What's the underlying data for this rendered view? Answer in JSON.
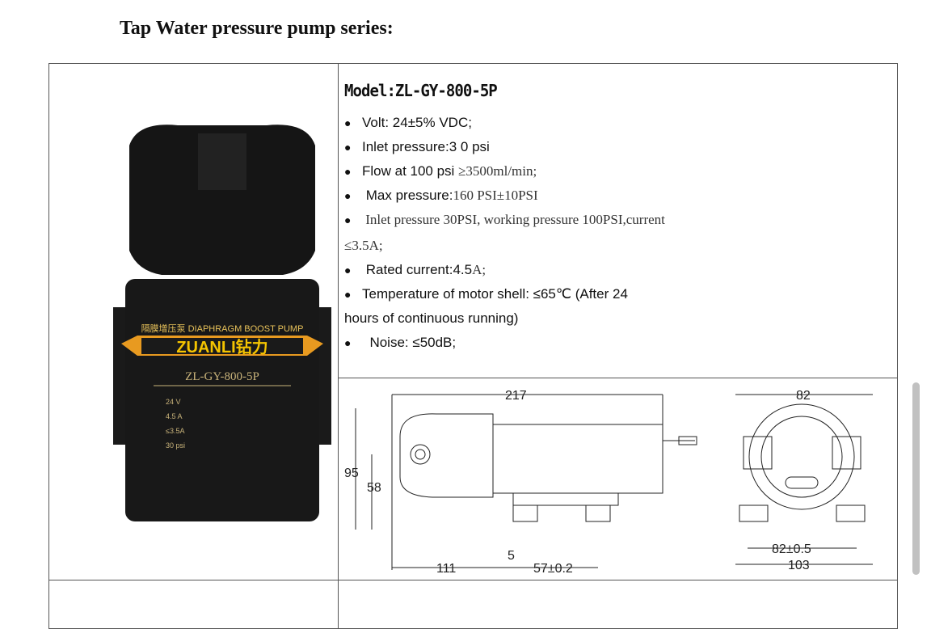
{
  "title": "Tap Water pressure pump series:",
  "model": "Model:ZL-GY-800-5P",
  "specs": {
    "volt": "Volt: 24±5% VDC;",
    "inlet": "Inlet pressure:3 0 psi",
    "flow_a": "Flow at 100 psi ",
    "flow_b": "≥3500ml/min;",
    "max_a": "Max pressure:",
    "max_b": "160 PSI±10PSI",
    "cur_a": "Inlet pressure 30PSI, working pressure 100PSI,current",
    "cur_b": "≤3.5A;",
    "rated_a": "Rated current:4.5",
    "rated_b": "A;",
    "temp_a": "Temperature of motor shell: ≤65℃  (After 24",
    "temp_b": "hours of continuous running)",
    "noise": "Noise: ≤50dB;"
  },
  "pump_label": {
    "band": "隔膜增压泵 DIAPHRAGM BOOST PUMP",
    "brand": "ZUANLI钻力",
    "model": "ZL-GY-800-5P",
    "v": "24 V",
    "a": "4.5 A",
    "c": "≤3.5A",
    "p": "30 psi"
  },
  "drawing": {
    "length": "217",
    "height": "95",
    "axis": "58",
    "foot": "5",
    "offset": "111",
    "spacing": "57±0.2",
    "width": "82",
    "mount": "82±0.5",
    "base": "103"
  }
}
